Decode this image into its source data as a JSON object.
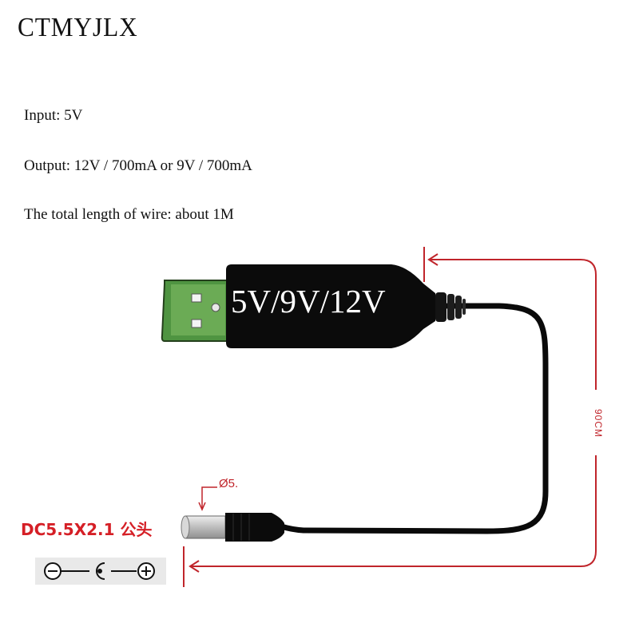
{
  "brand": "CTMYJLX",
  "specs": {
    "input": "Input: 5V",
    "output": "Output: 12V / 700mA or 9V / 700mA",
    "length": "The total length of wire: about 1M"
  },
  "product": {
    "voltage_label": "5V/9V/12V",
    "dimension_length": "90CM",
    "diameter_label": "Ø5.",
    "connector_label": "DC5.5X2.1 公头",
    "polarity_symbols": [
      "minus-circle-icon",
      "center-positive-icon",
      "plus-circle-icon"
    ]
  },
  "colors": {
    "dimension_red": "#c0252b",
    "label_red": "#d51f26",
    "usb_green": "#5da048",
    "cable_black": "#0a0a0a"
  }
}
